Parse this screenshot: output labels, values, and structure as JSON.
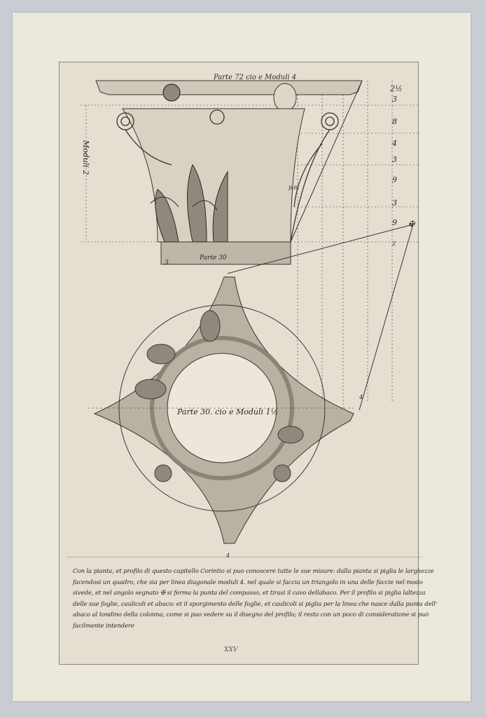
{
  "plate": {
    "top_label": "Parte 72 cio e Moduli 4",
    "side_label": "Moduli 2",
    "leaf_label": "p.6.",
    "base_label": "Parte 30",
    "base_number": "3",
    "plan_label": "Parte 30. cio e Moduli 1½",
    "plan_bottom_number": "4",
    "plan_right_number": "4",
    "scale_numbers": [
      "2½",
      "3",
      "8",
      "4",
      "3",
      "9",
      "3",
      "9",
      "2"
    ],
    "cross_mark": "✠"
  },
  "caption": {
    "lines": [
      "Con la pianta, et profilo di questo capitello Corintio si puo conoscere tutte le sue misure: dalla pianta si piglia le larghezze",
      "facendosi un quadro, che sia per linea diagonale moduli 4. nel quale si faccia un triangolo in una delle faccie nel modo",
      "sivede, et nel angolo segnato ✠ si ferma la punta del compasso, et tirasi il cavo dellabaco. Per il profilo si piglia laltezza",
      "delle sue foglie, caulicoli et abaco: et il sporgimento delle foglie, et caulicoli si piglia per la linea che nasce dalla punta dell'",
      "abaco al tondino della colonna, come si puo vedere su il disegno del profilo; il resto con un poco di consideratione si può",
      "facilmente intendere"
    ]
  },
  "plate_number": "XXV"
}
